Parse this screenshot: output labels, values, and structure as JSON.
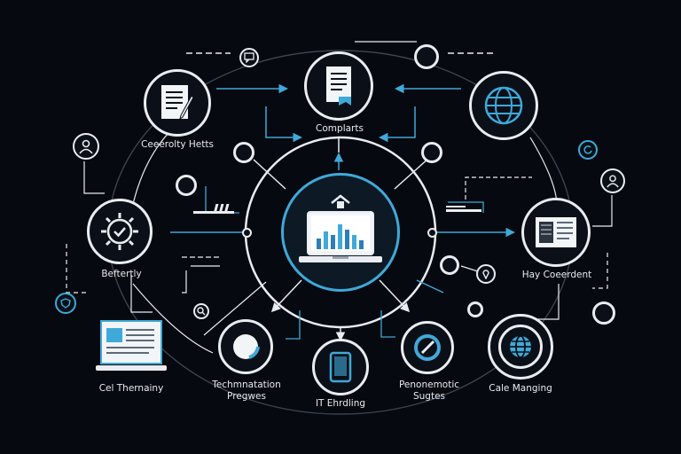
{
  "labels": {
    "doc_top_left": "Ceeerolty Hetts",
    "compliance": "Complarts",
    "security": "Beftertly",
    "hay": "Hay Coeerdent",
    "cel": "Cel Thernainy",
    "tech": "Techmnatation Pregwes",
    "it": "IT Ehrdling",
    "perf": "Penonemotic Sugtes",
    "cale": "Cale Manging"
  },
  "colors": {
    "background": "#06090f",
    "node_stroke": "#e9edf2",
    "accent_blue": "#3fa9d9",
    "line": "#b9c2cc"
  },
  "icons": {
    "hub": "laptop-chart-icon",
    "doc_top_left": "document-pen-icon",
    "compliance": "document-icon",
    "globe": "globe-icon",
    "security": "gear-check-icon",
    "hay": "document-panel-icon",
    "cel": "laptop-doc-icon",
    "tech": "circle-icon",
    "it": "tablet-icon",
    "perf": "gauge-icon",
    "cale": "globe-icon",
    "user": "user-icon"
  }
}
